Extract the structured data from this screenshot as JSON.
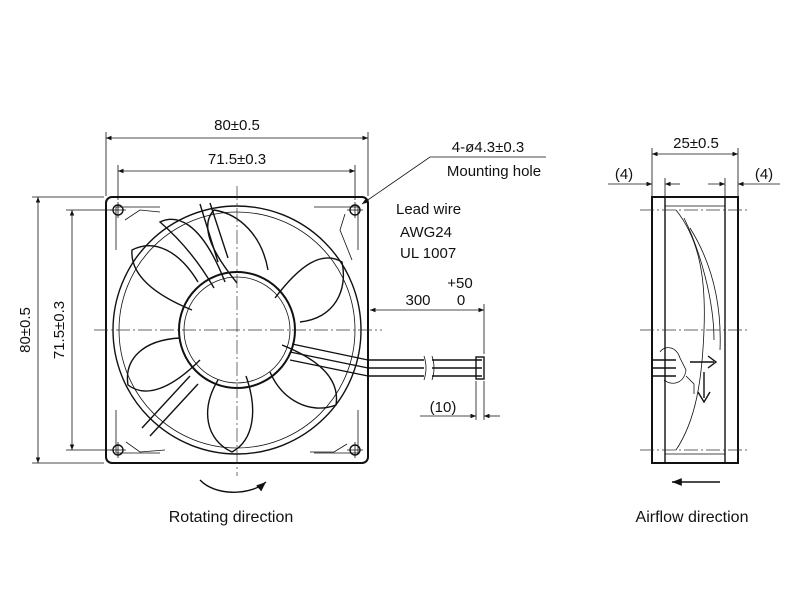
{
  "dimensions": {
    "overall_width": "80±0.5",
    "hole_pitch_width": "71.5±0.3",
    "overall_height": "80±0.5",
    "hole_pitch_height": "71.5±0.3",
    "mounting_hole_spec": "4-ø4.3±0.3",
    "mounting_hole_label": "Mounting hole",
    "thickness": "25±0.5",
    "flange_left": "(4)",
    "flange_right": "(4)",
    "lead_length": "300",
    "lead_tol_plus": "+50",
    "lead_tol_minus": "0",
    "strip_length": "(10)"
  },
  "lead_wire": {
    "line1": "Lead wire",
    "line2": "AWG24",
    "line3": "UL 1007"
  },
  "captions": {
    "rotating": "Rotating direction",
    "airflow": "Airflow direction"
  }
}
